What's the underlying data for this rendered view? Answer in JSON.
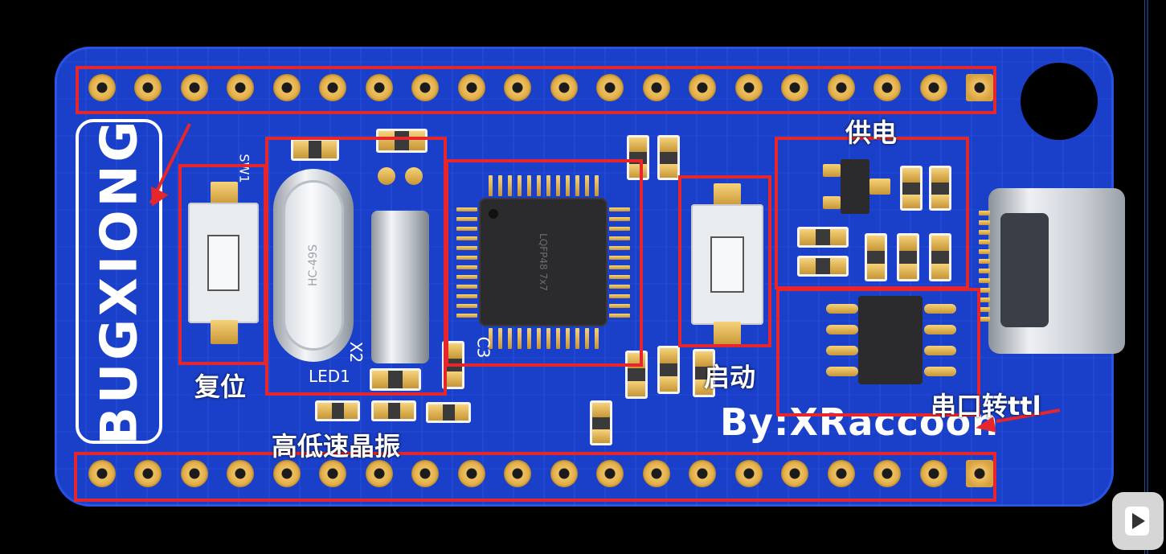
{
  "board": {
    "logo": "BUGXIONG",
    "byline": "By:XRaccoon",
    "chip_marking": "LQFP48 7x7",
    "crystal_marking": "HC-49S",
    "silkscreen": {
      "sw1": "SW1",
      "x2": "X2",
      "led1": "LED1",
      "c3": "C3"
    }
  },
  "annotations": {
    "reset": "复位",
    "boot": "启动",
    "crystal": "高低速晶振",
    "power": "供电",
    "serial": "串口转ttl"
  },
  "colors": {
    "board": "#1a3fc8",
    "highlight_box": "#e6262c",
    "pad_gold": "#e0ae48",
    "background": "#000000"
  },
  "pins": {
    "top_count": 20,
    "bottom_count": 20
  },
  "icons": {
    "player_logo": "play-icon"
  }
}
